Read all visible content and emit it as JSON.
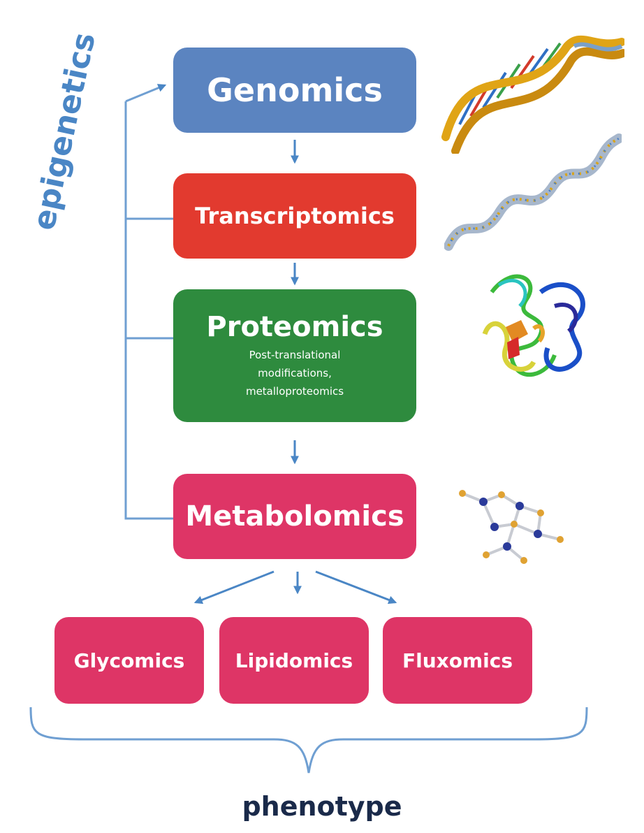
{
  "diagram": {
    "side_label": "epigenetics",
    "bottom_label": "phenotype",
    "nodes": {
      "genomics": {
        "title": "Genomics",
        "color": "#5b84c0"
      },
      "transcriptomics": {
        "title": "Transcriptomics",
        "color": "#e23a2f"
      },
      "proteomics": {
        "title": "Proteomics",
        "subtitle": [
          "Post-translational",
          "modifications,",
          "metalloproteomics"
        ],
        "color": "#2e8b3e"
      },
      "metabolomics": {
        "title": "Metabolomics",
        "color": "#de3566"
      },
      "glycomics": {
        "title": "Glycomics",
        "color": "#de3566"
      },
      "lipidomics": {
        "title": "Lipidomics",
        "color": "#de3566"
      },
      "fluxomics": {
        "title": "Fluxomics",
        "color": "#de3566"
      }
    },
    "edges": [
      {
        "from": "Genomics",
        "to": "Transcriptomics"
      },
      {
        "from": "Transcriptomics",
        "to": "Proteomics"
      },
      {
        "from": "Proteomics",
        "to": "Metabolomics"
      },
      {
        "from": "Metabolomics",
        "to": "Glycomics"
      },
      {
        "from": "Metabolomics",
        "to": "Lipidomics"
      },
      {
        "from": "Metabolomics",
        "to": "Fluxomics"
      },
      {
        "from": "Metabolomics",
        "to": "Genomics",
        "via": "epigenetics"
      }
    ],
    "illustrations": [
      {
        "name": "dna-double-helix-icon",
        "next_to": "Genomics"
      },
      {
        "name": "rna-strand-icon",
        "next_to": "Transcriptomics"
      },
      {
        "name": "protein-structure-icon",
        "next_to": "Proteomics"
      },
      {
        "name": "molecule-icon",
        "next_to": "Metabolomics"
      }
    ],
    "colors": {
      "arrow": "#4a86c5",
      "epigenetics_text": "#4a86c5",
      "phenotype_text": "#1a2a4a"
    }
  }
}
